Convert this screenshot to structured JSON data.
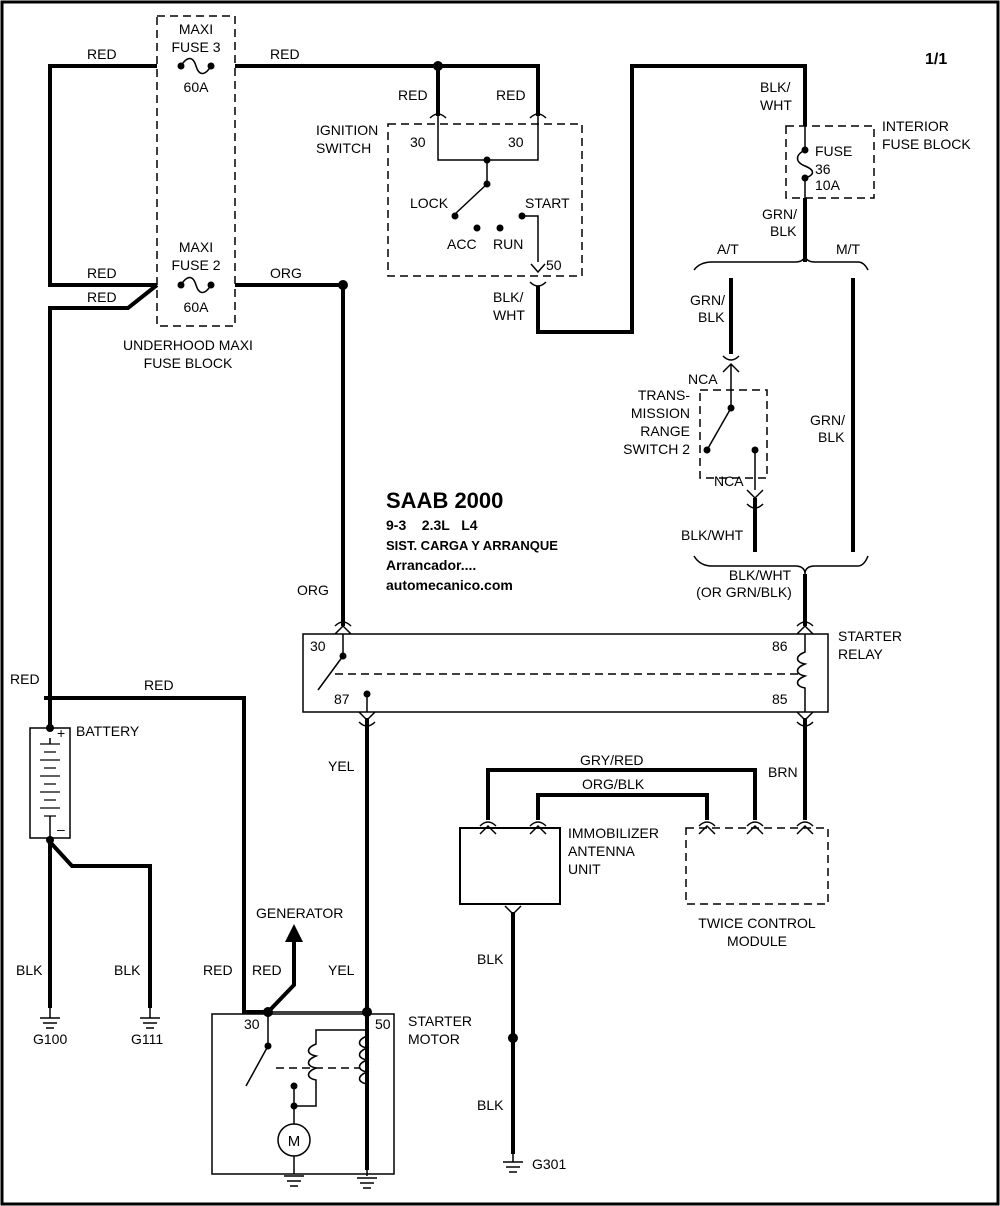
{
  "page_label": "1/1",
  "title": {
    "main": "SAAB 2000",
    "model": "9-3    2.3L   L4",
    "system": "SIST. CARGA Y ARRANQUE",
    "sub": "Arrancador....",
    "site": "automecanico.com"
  },
  "fuse_block": {
    "fuse3": [
      "MAXI",
      "FUSE 3"
    ],
    "fuse3_amps": "60A",
    "fuse2": [
      "MAXI",
      "FUSE 2"
    ],
    "fuse2_amps": "60A",
    "name": [
      "UNDERHOOD MAXI",
      "FUSE BLOCK"
    ]
  },
  "ignition_switch": {
    "name": [
      "IGNITION",
      "SWITCH"
    ],
    "pins": [
      "30",
      "30",
      "50"
    ],
    "positions": [
      "LOCK",
      "ACC",
      "RUN",
      "START"
    ]
  },
  "interior_fuse": {
    "name": [
      "INTERIOR",
      "FUSE BLOCK"
    ],
    "fuse": [
      "FUSE",
      "36",
      "10A"
    ]
  },
  "trans_switch": {
    "name": [
      "TRANS-",
      "MISSION",
      "RANGE",
      "SWITCH 2"
    ],
    "pin_top": "NCA",
    "pin_bottom": "NCA"
  },
  "starter_relay": {
    "name": [
      "STARTER",
      "RELAY"
    ],
    "pins": [
      "30",
      "87",
      "86",
      "85"
    ]
  },
  "battery": {
    "name": "BATTERY",
    "pos": "+",
    "neg": "–"
  },
  "immobilizer": {
    "name": [
      "IMMOBILIZER",
      "ANTENNA",
      "UNIT"
    ]
  },
  "twice": {
    "name": [
      "TWICE CONTROL",
      "MODULE"
    ]
  },
  "starter_motor": {
    "name": [
      "STARTER",
      "MOTOR"
    ],
    "pin_left": "30",
    "pin_right": "50",
    "motor": "M"
  },
  "generator": "GENERATOR",
  "grounds": [
    "G100",
    "G111",
    "G301"
  ],
  "branch_labels": {
    "at": "A/T",
    "mt": "M/T"
  },
  "wire_labels": {
    "red": "RED",
    "org": "ORG",
    "yel": "YEL",
    "blk": "BLK",
    "brn": "BRN",
    "blk_wht_split": [
      "BLK/",
      "WHT"
    ],
    "grn_blk_split": [
      "GRN/",
      "BLK"
    ],
    "blk_wht": "BLK/WHT",
    "blk_wht_or": [
      "BLK/WHT",
      "(OR GRN/BLK)"
    ],
    "gry_red": "GRY/RED",
    "org_blk": "ORG/BLK"
  }
}
